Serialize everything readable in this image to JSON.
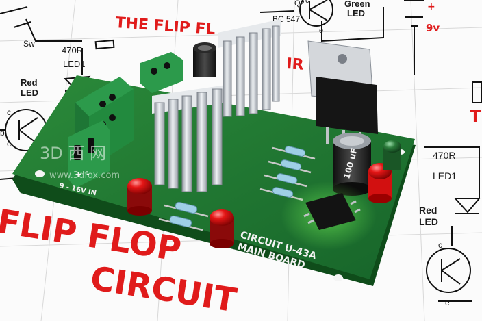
{
  "background_title_top": "THE FLIP FL",
  "background_title_top_tail": "IR",
  "background_title_bottom_line1": "FLIP FLOP",
  "background_title_bottom_line2": "CIRCUIT",
  "background_title_right": "T",
  "schematic_labels": {
    "switch": "Sw",
    "resistor_left": "470R",
    "led_left": "LED1",
    "red_led_left_1": "Red",
    "red_led_left_2": "LED",
    "transistor_top": "BC 547",
    "green_led_1": "Green",
    "green_led_2": "LED",
    "q2": "Q2",
    "battery_plus": "+",
    "battery_voltage": "9v",
    "resistor_right": "470R",
    "led_right": "LED1",
    "red_led_right_1": "Red",
    "red_led_right_2": "LED",
    "pin_b": "b",
    "pin_c": "c",
    "pin_e": "e",
    "pin_c2": "c",
    "pin_e2": "e",
    "pin_c3": "c",
    "pin_e3": "e"
  },
  "board": {
    "name_line1": "CIRCUIT U-43A",
    "name_line2": "MAIN BOARD",
    "input_label": "9 - 16V IN",
    "terminal_plus": "+",
    "terminal_minus": "-",
    "capacitor_label": "100 uF"
  },
  "watermark": {
    "chars": "3D 西 网",
    "url": "www.3dfox.com"
  },
  "colors": {
    "pcb": "#1f7a2e",
    "pcb_edge": "#0f4c1a",
    "title_red": "#e01b1b",
    "led_red": "#d81010",
    "led_green": "#1c5e28",
    "terminal": "#2c9a4b",
    "heatsink": "#c8ccd2"
  }
}
